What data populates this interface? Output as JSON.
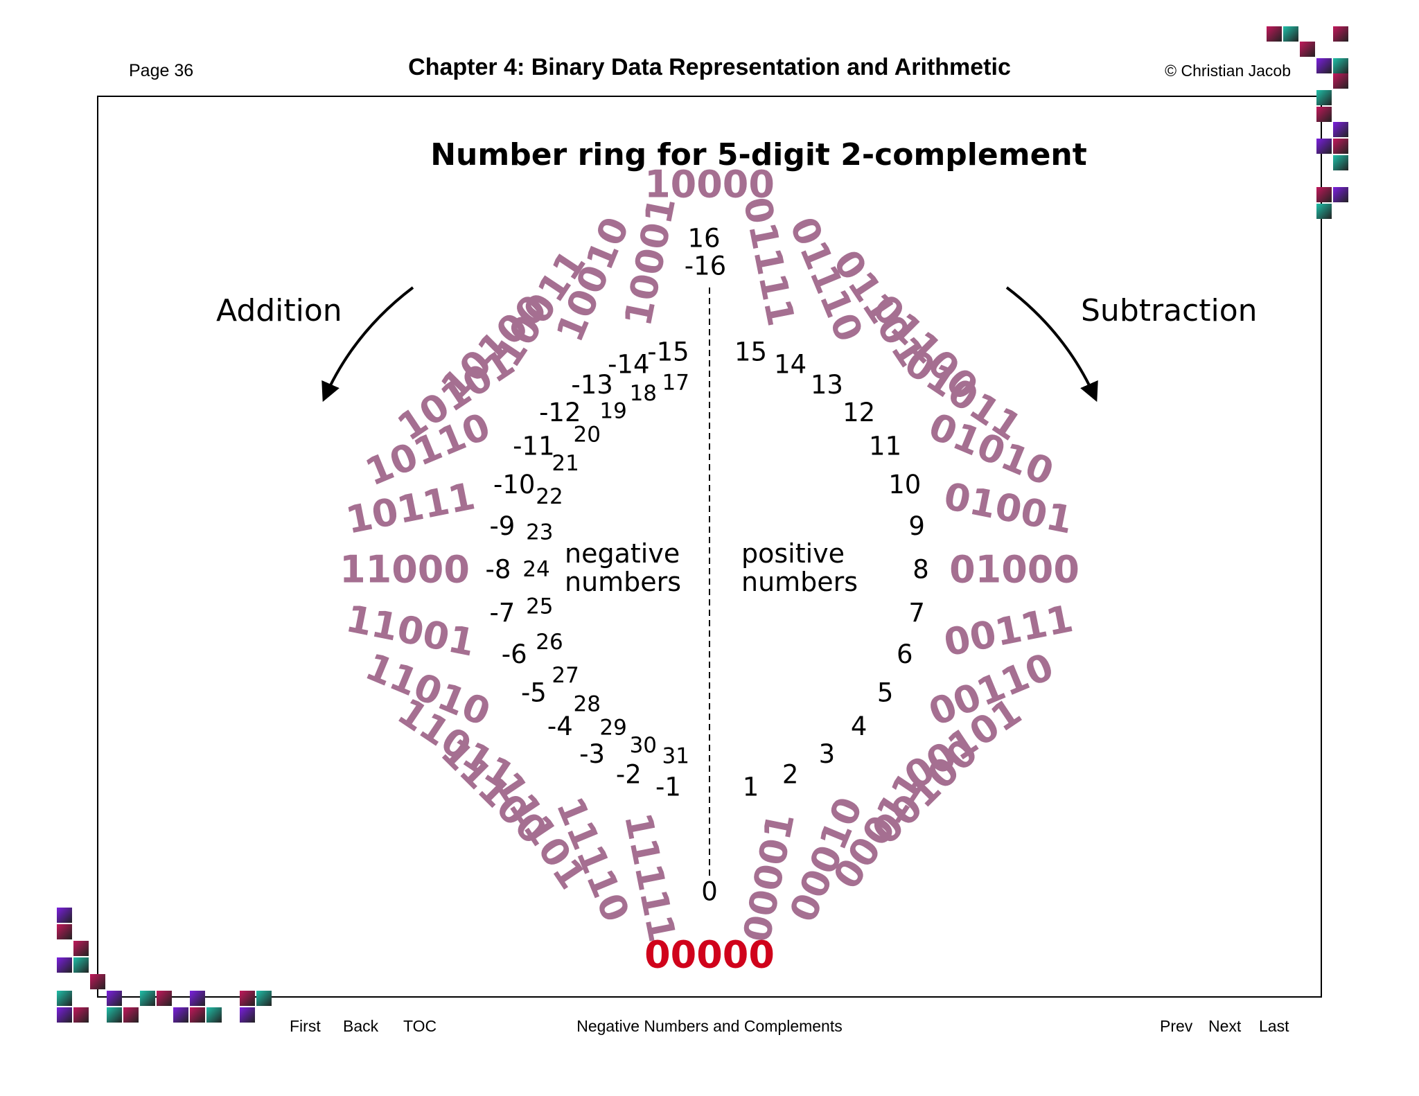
{
  "header": {
    "page": "Page 36",
    "chapter": "Chapter 4: Binary Data Representation and Arithmetic",
    "copyright": "© Christian Jacob"
  },
  "diagram": {
    "title": "Number ring for 5-digit 2-complement",
    "left_label": "Addition",
    "right_label": "Subtraction",
    "negative_label": [
      "negative",
      "numbers"
    ],
    "positive_label": [
      "positive",
      "numbers"
    ],
    "binary_color": "#a56f91",
    "zero_color": "#d0021b",
    "ring": [
      {
        "bits": "00000",
        "unsigned": "0",
        "signed": ""
      },
      {
        "bits": "00001",
        "unsigned": "",
        "signed": "1"
      },
      {
        "bits": "00010",
        "unsigned": "",
        "signed": "2"
      },
      {
        "bits": "00011",
        "unsigned": "",
        "signed": "3"
      },
      {
        "bits": "00100",
        "unsigned": "",
        "signed": "4"
      },
      {
        "bits": "00101",
        "unsigned": "",
        "signed": "5"
      },
      {
        "bits": "00110",
        "unsigned": "",
        "signed": "6"
      },
      {
        "bits": "00111",
        "unsigned": "",
        "signed": "7"
      },
      {
        "bits": "01000",
        "unsigned": "",
        "signed": "8"
      },
      {
        "bits": "01001",
        "unsigned": "",
        "signed": "9"
      },
      {
        "bits": "01010",
        "unsigned": "",
        "signed": "10"
      },
      {
        "bits": "01011",
        "unsigned": "",
        "signed": "11"
      },
      {
        "bits": "01100",
        "unsigned": "",
        "signed": "12"
      },
      {
        "bits": "01101",
        "unsigned": "",
        "signed": "13"
      },
      {
        "bits": "01110",
        "unsigned": "",
        "signed": "14"
      },
      {
        "bits": "01111",
        "unsigned": "",
        "signed": "15"
      },
      {
        "bits": "10000",
        "unsigned": "16",
        "signed": "-16"
      },
      {
        "bits": "10001",
        "unsigned": "17",
        "signed": "-15"
      },
      {
        "bits": "10010",
        "unsigned": "18",
        "signed": "-14"
      },
      {
        "bits": "10011",
        "unsigned": "19",
        "signed": "-13"
      },
      {
        "bits": "10100",
        "unsigned": "20",
        "signed": "-12"
      },
      {
        "bits": "10101",
        "unsigned": "21",
        "signed": "-11"
      },
      {
        "bits": "10110",
        "unsigned": "22",
        "signed": "-10"
      },
      {
        "bits": "10111",
        "unsigned": "23",
        "signed": "-9"
      },
      {
        "bits": "11000",
        "unsigned": "24",
        "signed": "-8"
      },
      {
        "bits": "11001",
        "unsigned": "25",
        "signed": "-7"
      },
      {
        "bits": "11010",
        "unsigned": "26",
        "signed": "-6"
      },
      {
        "bits": "11011",
        "unsigned": "27",
        "signed": "-5"
      },
      {
        "bits": "11100",
        "unsigned": "28",
        "signed": "-4"
      },
      {
        "bits": "11101",
        "unsigned": "29",
        "signed": "-3"
      },
      {
        "bits": "11110",
        "unsigned": "30",
        "signed": "-2"
      },
      {
        "bits": "11111",
        "unsigned": "31",
        "signed": "-1"
      }
    ]
  },
  "footer": {
    "first": "First",
    "back": "Back",
    "toc": "TOC",
    "title": "Negative Numbers and Complements",
    "prev": "Prev",
    "next": "Next",
    "last": "Last"
  },
  "decor": {
    "colors": [
      "#c2185b",
      "#1fbfa8",
      "#7b1fe0"
    ]
  }
}
